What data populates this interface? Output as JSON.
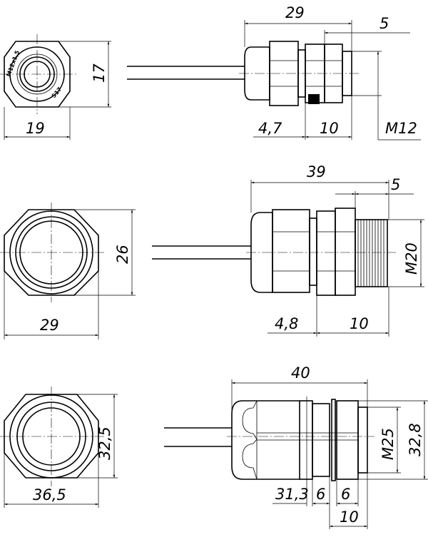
{
  "gland_m12": {
    "thread_marking": "M12x1,5",
    "wrench_marking": "S17",
    "dims": {
      "width": "19",
      "height": "17",
      "length": "29",
      "thread_len": "5",
      "cap_gap": "4,7",
      "body": "10",
      "thread": "M12"
    }
  },
  "gland_m20": {
    "dims": {
      "width": "29",
      "height": "26",
      "length": "39",
      "thread_len": "5",
      "cap_gap": "4,8",
      "body": "10",
      "thread": "M20"
    }
  },
  "gland_m25": {
    "dims": {
      "width": "36,5",
      "height": "32,5",
      "length": "40",
      "thread": "M25",
      "outer": "32,8",
      "cap_gap": "31,3",
      "seg1": "6",
      "seg2": "6",
      "body": "10"
    }
  }
}
